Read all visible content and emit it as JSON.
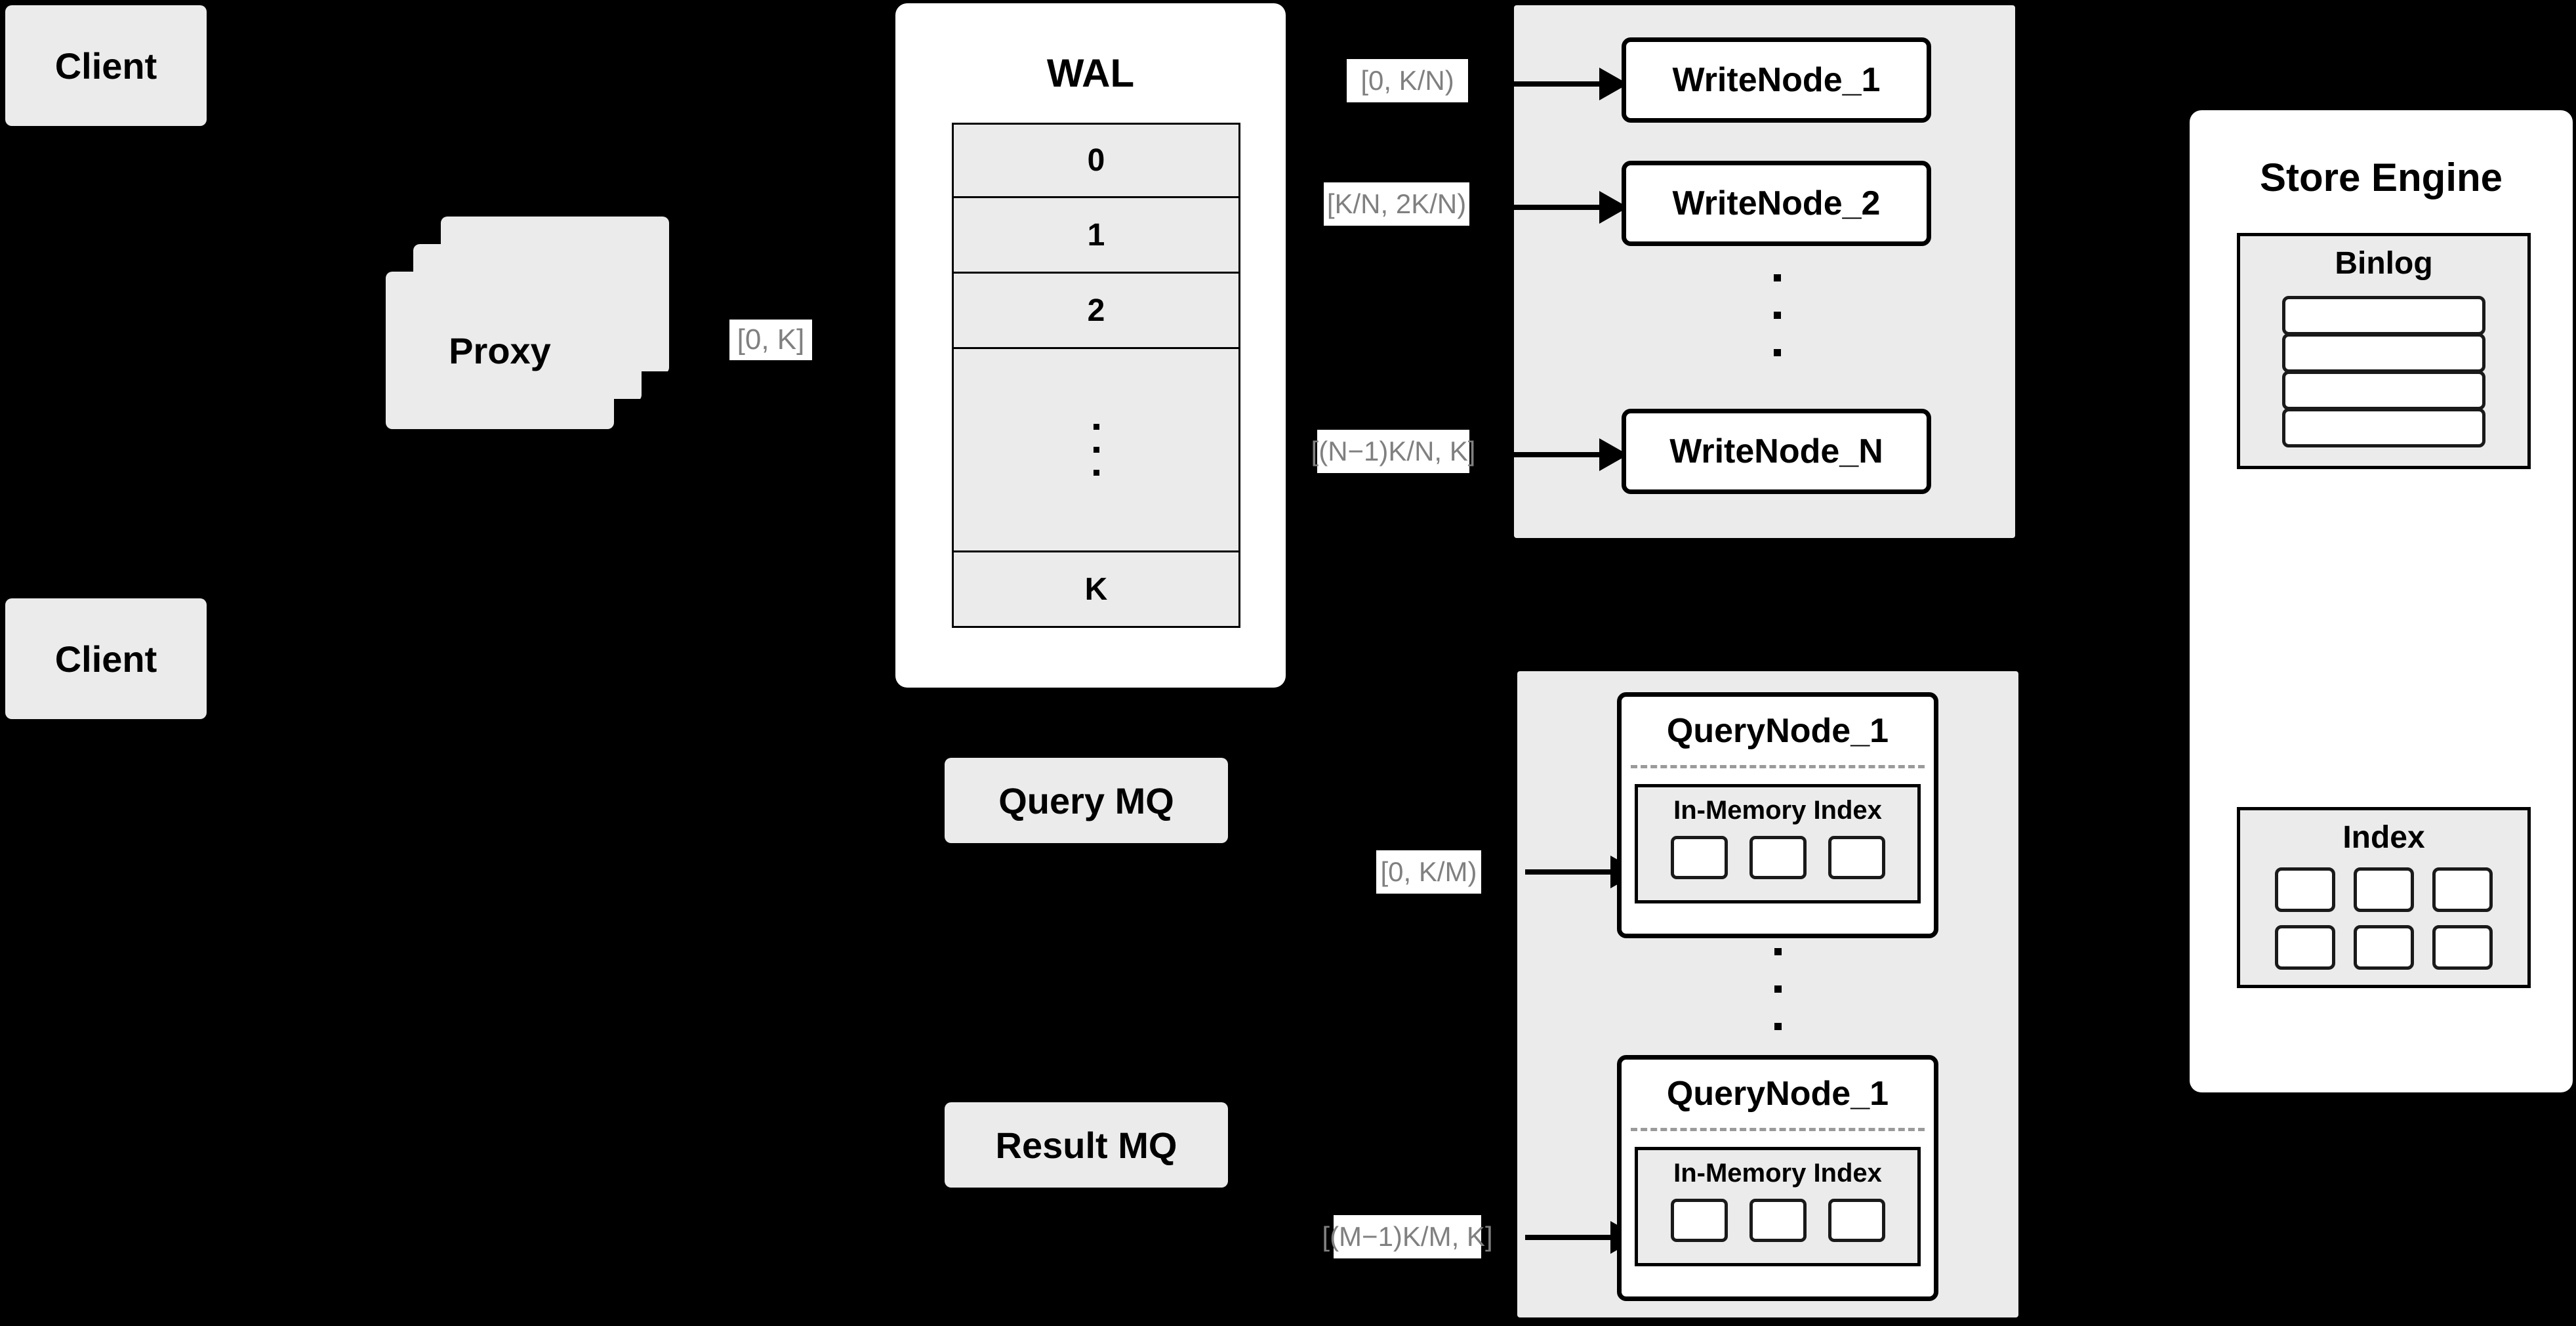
{
  "diagram": {
    "title": "Distributed Vector Database Write/Query Architecture",
    "background_color": "#000000",
    "node_fill": "#ebebeb",
    "container_fill": "#ffffff",
    "label_text_color": "#808080",
    "stroke_color": "#000000"
  },
  "clients": [
    {
      "label": "Client"
    },
    {
      "label": "Client"
    }
  ],
  "proxy": {
    "label": "Proxy",
    "stack_count": 3
  },
  "proxy_range_label": "[0, K]",
  "wal": {
    "title": "WAL",
    "cells": [
      "0",
      "1",
      "2"
    ],
    "ellipsis": "···",
    "last_cell": "K"
  },
  "write_cluster": {
    "nodes": [
      {
        "label": "WriteNode_1",
        "range": "[0,  K/N)"
      },
      {
        "label": "WriteNode_2",
        "range": "[K/N, 2K/N)"
      },
      {
        "label": "WriteNode_N",
        "range": "[(N−1)K/N,  K]"
      }
    ],
    "ellipsis": "···"
  },
  "query_cluster": {
    "nodes": [
      {
        "label": "QueryNode_1",
        "range": "[0, K/M)",
        "index": {
          "title": "In-Memory Index",
          "slots": 3
        }
      },
      {
        "label": "QueryNode_1",
        "range": "[(M−1)K/M, K]",
        "index": {
          "title": "In-Memory Index",
          "slots": 3
        }
      }
    ],
    "ellipsis": "···"
  },
  "message_queues": [
    {
      "label": "Query MQ"
    },
    {
      "label": "Result MQ"
    }
  ],
  "store_engine": {
    "title": "Store Engine",
    "binlog": {
      "title": "Binlog",
      "bars": 4
    },
    "index": {
      "title": "Index",
      "slots": 6,
      "columns": 3,
      "rows": 2
    }
  }
}
